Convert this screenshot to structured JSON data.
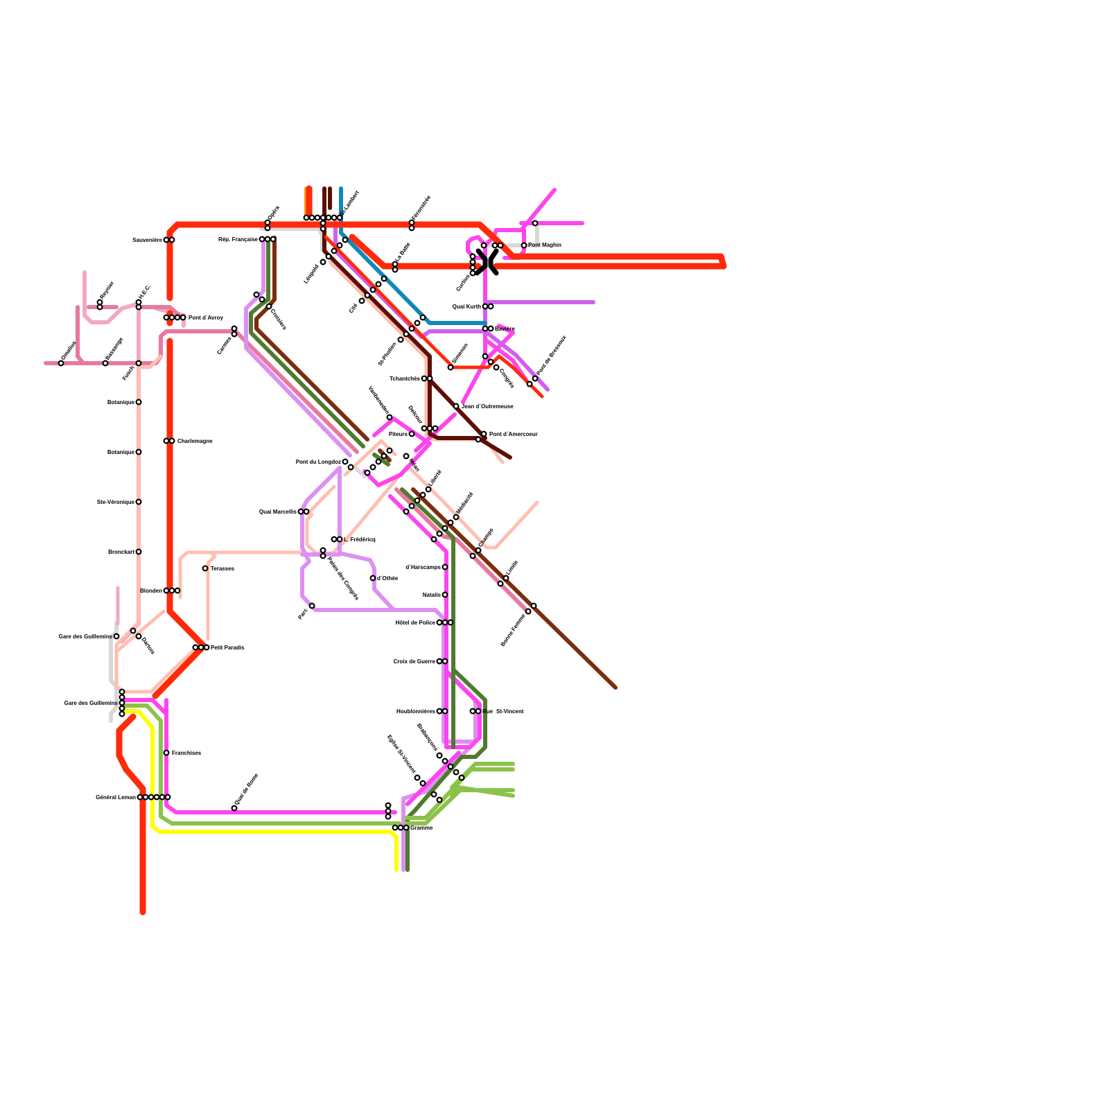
{
  "map": {
    "colors": {
      "red": "#ff2a0a",
      "pink_light": "#f2a9c2",
      "pink_dark": "#e7799f",
      "salmon": "#ffbfb0",
      "lilac": "#dd90f2",
      "magenta": "#ff44ee",
      "purple": "#d060ee",
      "olive": "#4f7a2f",
      "green_light": "#8bc34a",
      "brown": "#7a2e0e",
      "maroon": "#5c0e04",
      "teal": "#1188b8",
      "yellow": "#ffff00",
      "orange": "#ff9900",
      "grey": "#d8d8d8",
      "black": "#000000"
    },
    "stations": [
      {
        "id": "omalius",
        "name": "Omalius"
      },
      {
        "id": "reynier",
        "name": "Reynier"
      },
      {
        "id": "hec",
        "name": "H.E.C."
      },
      {
        "id": "bassenge",
        "name": "Bassenge"
      },
      {
        "id": "fusch",
        "name": "Fusch"
      },
      {
        "id": "botanique1",
        "name": "Botanique"
      },
      {
        "id": "botanique2",
        "name": "Botanique"
      },
      {
        "id": "steveronique",
        "name": "Ste-Véronique"
      },
      {
        "id": "bronckart",
        "name": "Bronckart"
      },
      {
        "id": "sauveniere",
        "name": "Sauvenière"
      },
      {
        "id": "pontdavroy",
        "name": "Pont d´Avroy"
      },
      {
        "id": "charlemagne",
        "name": "Charlemagne"
      },
      {
        "id": "blonden",
        "name": "Blonden"
      },
      {
        "id": "gareguil1",
        "name": "Gare des Guillemins"
      },
      {
        "id": "gareguil2",
        "name": "Gare des Guillemins"
      },
      {
        "id": "dartois",
        "name": "Dartois"
      },
      {
        "id": "terasses",
        "name": "Terasses"
      },
      {
        "id": "petitparadis",
        "name": "Petit Paradis"
      },
      {
        "id": "franchises",
        "name": "Franchises"
      },
      {
        "id": "generalleman",
        "name": "Général Leman"
      },
      {
        "id": "quaideroome",
        "name": "Quai de Rome"
      },
      {
        "id": "carmes",
        "name": "Carmes"
      },
      {
        "id": "opera",
        "name": "Opéra"
      },
      {
        "id": "repfrancaise",
        "name": "Rép. Française"
      },
      {
        "id": "croisiers",
        "name": "Croisiers"
      },
      {
        "id": "stlambert",
        "name": "St-Lambert"
      },
      {
        "id": "leopold",
        "name": "Léopold"
      },
      {
        "id": "cite",
        "name": "Cité"
      },
      {
        "id": "stpholien",
        "name": "St-Pholien"
      },
      {
        "id": "feronstree",
        "name": "Féronstrée"
      },
      {
        "id": "labatte",
        "name": "La Batte"
      },
      {
        "id": "curtius",
        "name": "Curtius"
      },
      {
        "id": "pontmaghin",
        "name": "Pont Maghin"
      },
      {
        "id": "quaikurth",
        "name": "Quai Kurth"
      },
      {
        "id": "baviere",
        "name": "Bavière"
      },
      {
        "id": "simenon",
        "name": "Simenon"
      },
      {
        "id": "congres",
        "name": "Congrès"
      },
      {
        "id": "pontdebressoux",
        "name": "Pont de Bressoux"
      },
      {
        "id": "tchantches",
        "name": "Tchantchès"
      },
      {
        "id": "jeandoutremeuse",
        "name": "Jean d´Outremeuse"
      },
      {
        "id": "vanbeneden",
        "name": "Vanbeneden"
      },
      {
        "id": "delcour",
        "name": "Delcour"
      },
      {
        "id": "piteurs",
        "name": "Piteurs"
      },
      {
        "id": "pontdamercoeur",
        "name": "Pont d´Amercoeur"
      },
      {
        "id": "pontdulongdoz",
        "name": "Pont du Longdoz"
      },
      {
        "id": "mean",
        "name": "Méan"
      },
      {
        "id": "liberte",
        "name": "Liberté"
      },
      {
        "id": "quaimarcellis",
        "name": "Quai Marcellis"
      },
      {
        "id": "lfredericq",
        "name": "L. Frédéricq"
      },
      {
        "id": "mediacite",
        "name": "Médiacité"
      },
      {
        "id": "palaisdescongres",
        "name": "Palais des Congrès"
      },
      {
        "id": "dothee",
        "name": "d´Othée"
      },
      {
        "id": "champs",
        "name": "Champs"
      },
      {
        "id": "dharscamps",
        "name": "d´Harscamps"
      },
      {
        "id": "natalis",
        "name": "Natalis"
      },
      {
        "id": "limite",
        "name": "Limite"
      },
      {
        "id": "parc",
        "name": "Parc"
      },
      {
        "id": "hoteldepolice",
        "name": "Hôtel de Police"
      },
      {
        "id": "bonnefemme",
        "name": "Bonne Femme"
      },
      {
        "id": "croixdeguerre",
        "name": "Croix de Guerre"
      },
      {
        "id": "houblonnieres",
        "name": "Houblonnières"
      },
      {
        "id": "rue",
        "name": "Rue"
      },
      {
        "id": "stvincent",
        "name": "St-Vincent"
      },
      {
        "id": "brabancons",
        "name": "Brabançons"
      },
      {
        "id": "eglisestvincent",
        "name": "Eglise St-Vincent"
      },
      {
        "id": "gramme",
        "name": "Gramme"
      }
    ]
  }
}
